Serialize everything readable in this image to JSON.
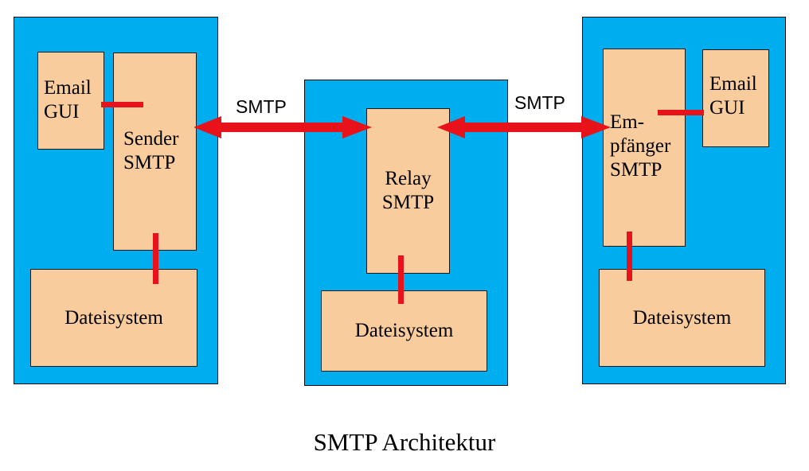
{
  "sender": {
    "email_gui": "Email\nGUI",
    "smtp": "Sender\nSMTP",
    "filesystem": "Dateisystem"
  },
  "relay": {
    "smtp": "Relay\nSMTP",
    "filesystem": "Dateisystem"
  },
  "receiver": {
    "smtp": "Em-\npfänger\nSMTP",
    "email_gui": "Email\nGUI",
    "filesystem": "Dateisystem"
  },
  "links": {
    "left_label": "SMTP",
    "right_label": "SMTP"
  },
  "caption": "SMTP Architektur",
  "colors": {
    "host": "#00aeef",
    "box": "#f9cc9d",
    "connector": "#e8131a"
  }
}
